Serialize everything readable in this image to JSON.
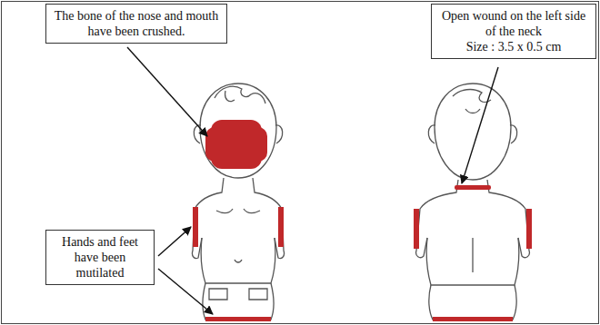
{
  "diagram": {
    "nodes": [
      {
        "text": [
          "The bone of the nose and mouth have been crushed."
        ]
      },
      {
        "text": [
          "Open wound on the left side of the neck",
          "Size : 3.5 x 0.5 cm"
        ]
      },
      {
        "text": [
          "Hands and feet have been mutilated"
        ]
      }
    ]
  }
}
